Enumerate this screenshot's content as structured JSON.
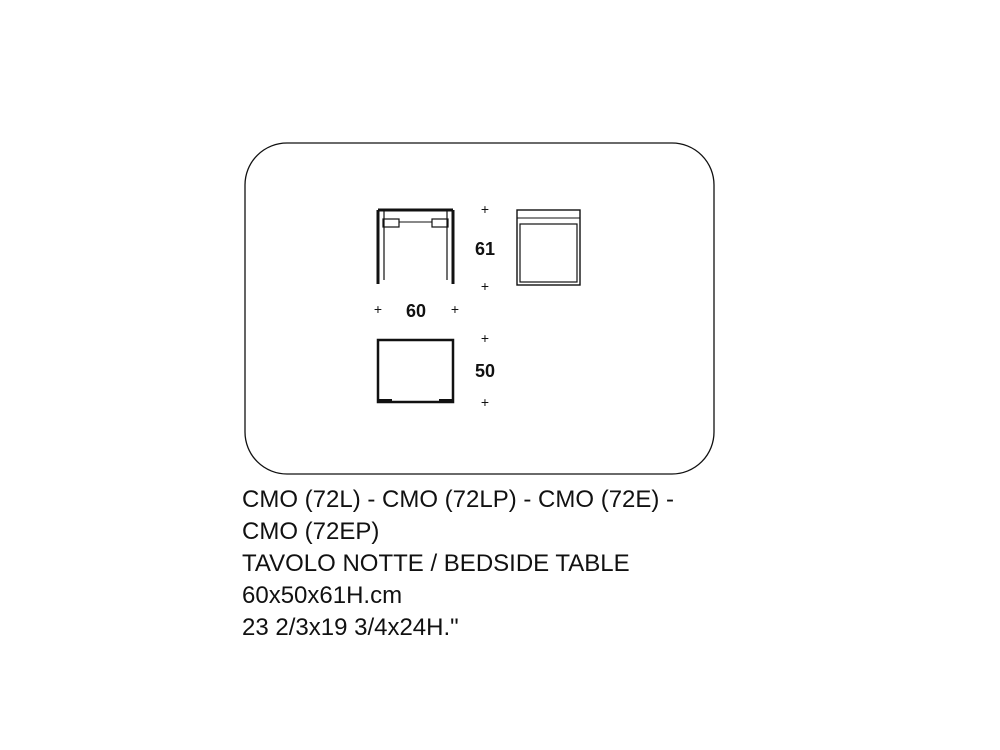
{
  "drawing": {
    "dimensions": {
      "height": "61",
      "width": "60",
      "depth": "50",
      "tick": "+"
    }
  },
  "caption": {
    "models_line1": "CMO (72L) - CMO (72LP) - CMO (72E) -",
    "models_line2": "CMO (72EP)",
    "name": "TAVOLO NOTTE / BEDSIDE TABLE",
    "size_cm": "60x50x61H.cm",
    "size_in": "23 2/3x19 3/4x24H.\""
  }
}
